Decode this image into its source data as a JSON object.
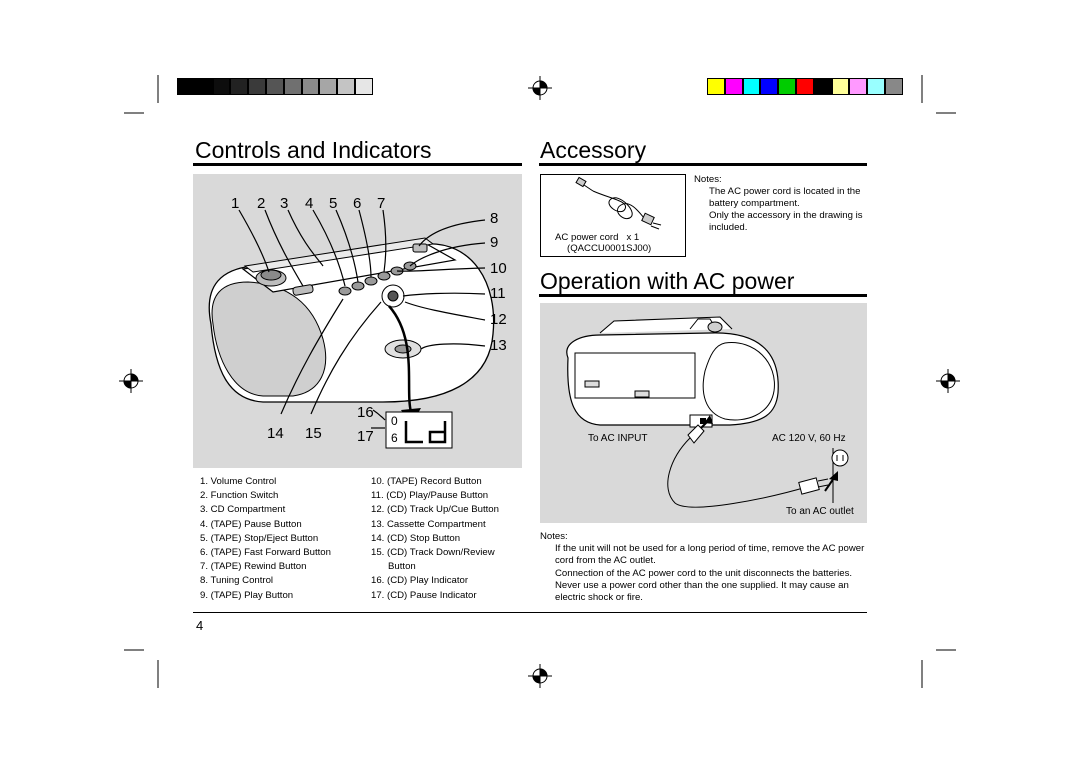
{
  "color_bars": {
    "left": [
      "#000000",
      "#000000",
      "#0d0d0d",
      "#222222",
      "#3a3a3a",
      "#555555",
      "#707070",
      "#8a8a8a",
      "#a6a6a6",
      "#c4c4c4",
      "#e6e6e6"
    ],
    "right": [
      "#ffff00",
      "#ff00ff",
      "#00ffff",
      "#0000ff",
      "#00cc00",
      "#ff0000",
      "#000000",
      "#ffff99",
      "#ff99ff",
      "#99ffff",
      "#888888"
    ]
  },
  "controls": {
    "title": "Controls and Indicators",
    "top_numbers": [
      "1",
      "2",
      "3",
      "4",
      "5",
      "6",
      "7"
    ],
    "right_numbers": [
      "8",
      "9",
      "10",
      "11",
      "12",
      "13"
    ],
    "bottom_numbers": [
      "14",
      "15"
    ],
    "display_numbers": [
      "16",
      "17"
    ],
    "display_glyphs": [
      "0",
      "6"
    ],
    "legend_left": [
      "1. Volume Control",
      "2. Function Switch",
      "3. CD Compartment",
      "4. (TAPE) Pause Button",
      "5. (TAPE) Stop/Eject Button",
      "6. (TAPE) Fast Forward Button",
      "7. (TAPE) Rewind Button",
      "8. Tuning Control",
      "9. (TAPE) Play Button"
    ],
    "legend_right": [
      "10. (TAPE) Record Button",
      "11. (CD) Play/Pause Button",
      "12. (CD) Track Up/Cue Button",
      "13. Cassette Compartment",
      "14. (CD) Stop Button",
      "15. (CD) Track Down/Review",
      "Button",
      "16. (CD) Play Indicator",
      "17. (CD) Pause Indicator"
    ]
  },
  "accessory": {
    "title": "Accessory",
    "item_label": "AC power cord   x 1",
    "item_code": "(QACCU0001SJ00)",
    "notes_heading": "Notes:",
    "notes": [
      "The AC power cord is located in the battery compartment.",
      "Only the accessory in the drawing is included."
    ]
  },
  "operation": {
    "title": "Operation with AC power",
    "to_ac_input": "To AC INPUT",
    "voltage": "AC 120 V, 60 Hz",
    "to_outlet": "To an AC outlet",
    "notes_heading": "Notes:",
    "notes": [
      "If the unit will not be used for a long period of time, remove the AC power cord from the AC outlet.",
      "Connection of the AC power cord to the unit disconnects the batteries. Never use a power cord other than the one supplied. It may cause an electric shock or fire."
    ]
  },
  "page_number": "4"
}
